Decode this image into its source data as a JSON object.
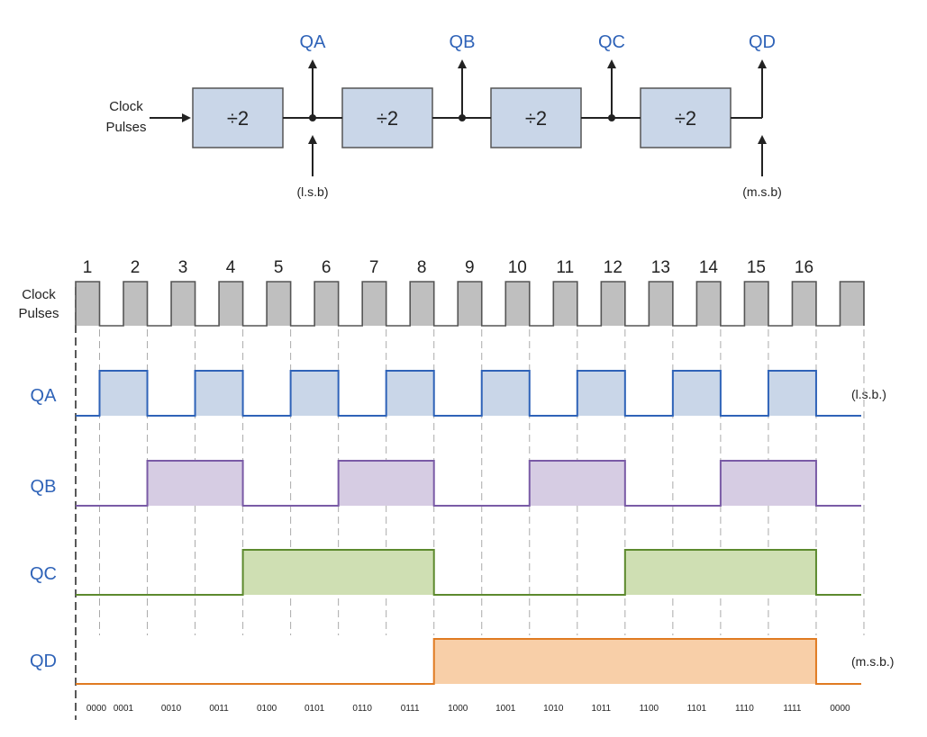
{
  "counter_diagram": {
    "input_label_line1": "Clock",
    "input_label_line2": "Pulses",
    "blocks": [
      "÷2",
      "÷2",
      "÷2",
      "÷2"
    ],
    "outputs": [
      "QA",
      "QB",
      "QC",
      "QD"
    ],
    "lsb_label": "(l.s.b)",
    "msb_label": "(m.s.b)"
  },
  "timing": {
    "clock_label_line1": "Clock",
    "clock_label_line2": "Pulses",
    "pulse_numbers": [
      "1",
      "2",
      "3",
      "4",
      "5",
      "6",
      "7",
      "8",
      "9",
      "10",
      "11",
      "12",
      "13",
      "14",
      "15",
      "16"
    ],
    "pulse_count": 17,
    "rows": [
      {
        "name": "QA",
        "color": "#2f63b8",
        "fill": "#c9d6e8",
        "divisor": 1,
        "side": "(l.s.b.)"
      },
      {
        "name": "QB",
        "color": "#7a5ba6",
        "fill": "#d6cce3",
        "divisor": 2,
        "side": ""
      },
      {
        "name": "QC",
        "color": "#5d8a2e",
        "fill": "#cfdfb3",
        "divisor": 4,
        "side": ""
      },
      {
        "name": "QD",
        "color": "#e07b22",
        "fill": "#f8cfa8",
        "divisor": 8,
        "side": "(m.s.b.)"
      }
    ],
    "binary_values": [
      "0000",
      "0001",
      "0010",
      "0011",
      "0100",
      "0101",
      "0110",
      "0111",
      "1000",
      "1001",
      "1010",
      "1011",
      "1100",
      "1101",
      "1110",
      "1111",
      "0000"
    ],
    "clock_color": "#555555",
    "clock_fill": "#bfbfbf",
    "label_color": "#2f63b8"
  }
}
